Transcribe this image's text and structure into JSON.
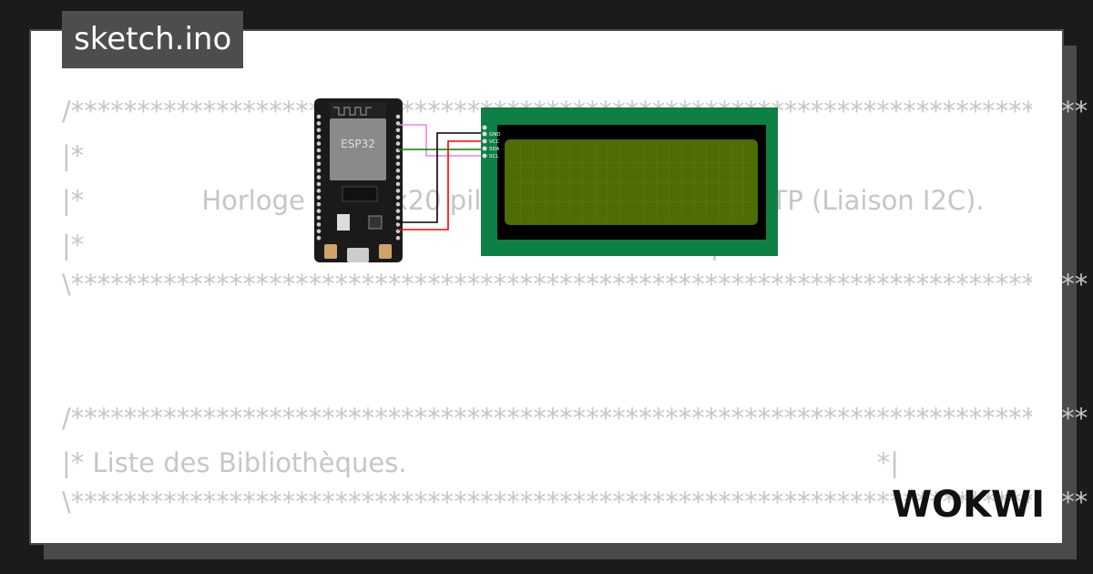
{
  "filename": "sketch.ino",
  "code_lines": [
    "/*****************************************************************************",
    "|*                                                                         *|",
    "|*              Horloge LCD 4x20 pilotée par un serveur NTP (Liaison I2C).",
    "|*                                                                         *|",
    "\\*****************************************************************************",
    "/*****************************************************************************",
    "|* Liste des Bibliothèques.                                                        *|",
    "\\*****************************************************************************"
  ],
  "esp32": {
    "label": "ESP32"
  },
  "lcd": {
    "pins": [
      "GND",
      "VCC",
      "SDA",
      "SCL"
    ]
  },
  "brand": "WOKWI",
  "colors": {
    "lcd_board": "#0e7f45",
    "lcd_screen": "#4e6d04",
    "wire_gnd": "#000000",
    "wire_vcc": "#ff0000",
    "wire_sda": "#008000",
    "wire_scl": "#ee82ee"
  }
}
